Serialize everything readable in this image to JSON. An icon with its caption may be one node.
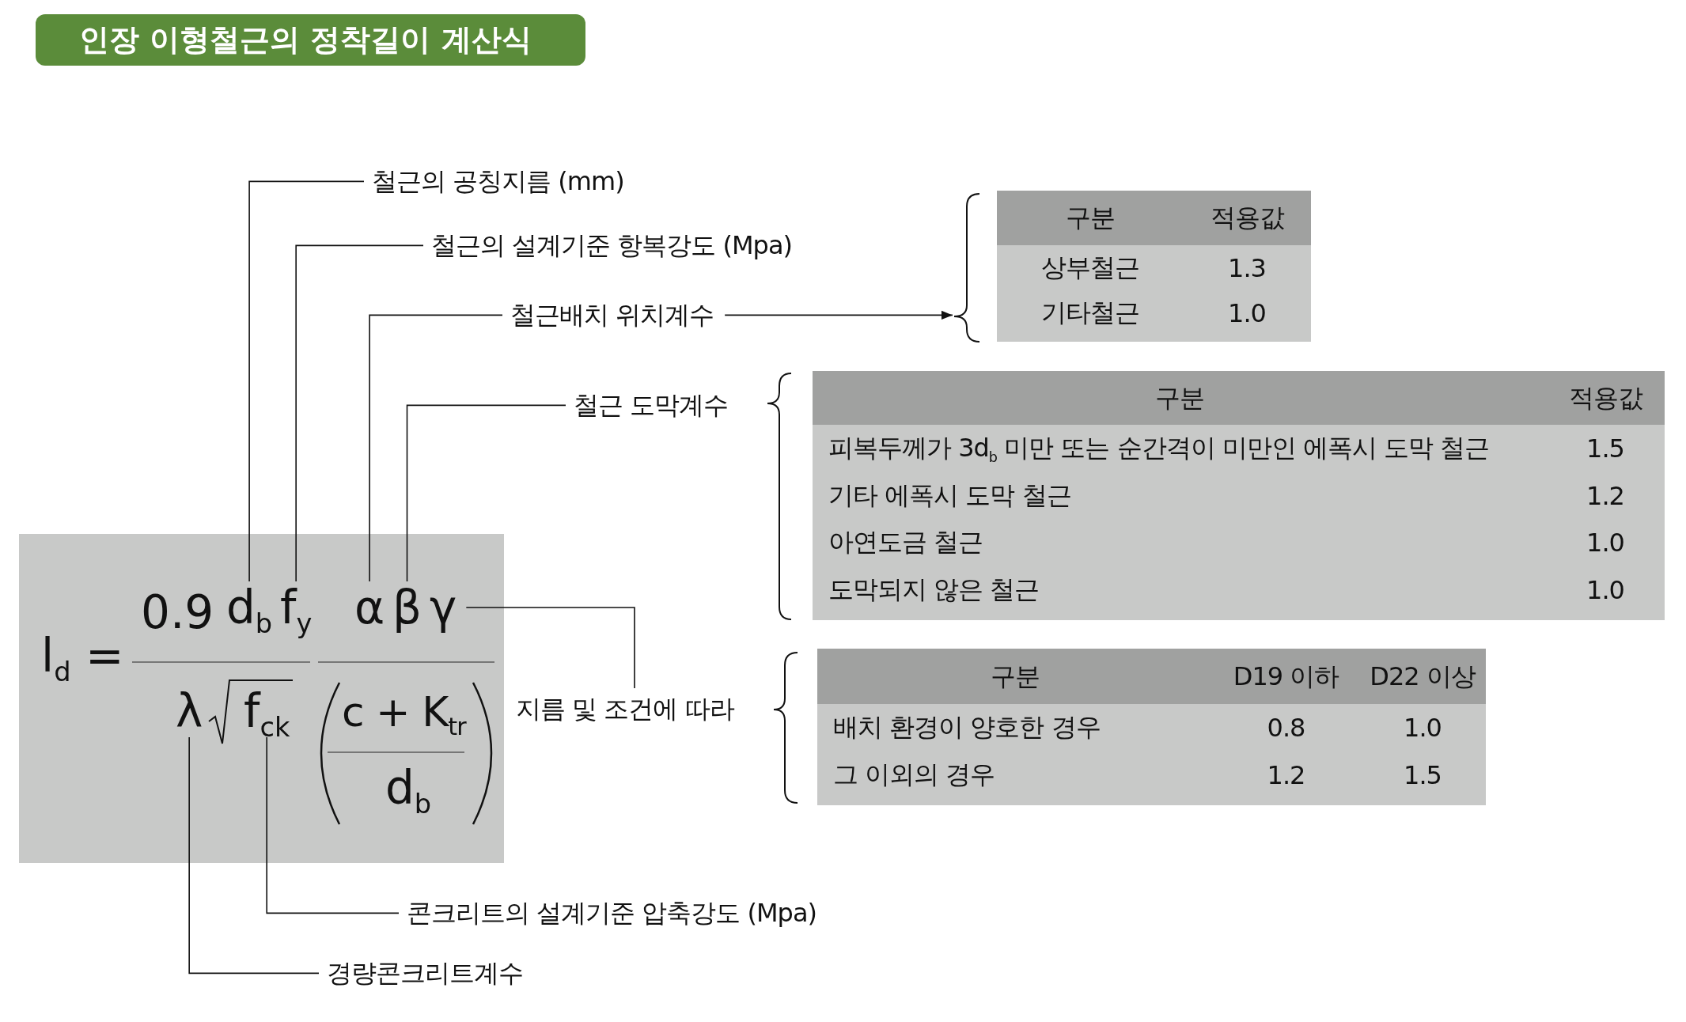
{
  "diagram": {
    "title": "인장 이형철근의 정착길이 계산식",
    "nodes": [
      {
        "text": [
          "철근의 공칭지름 (mm)"
        ]
      },
      {
        "text": [
          "철근의 설계기준 항복강도 (Mpa)"
        ]
      },
      {
        "text": [
          "철근배치 위치계수"
        ]
      },
      {
        "text": [
          "구분",
          "적용값",
          "상부철근",
          "1.3",
          "기타철근",
          "1.0"
        ]
      },
      {
        "text": [
          "철근 도막계수"
        ]
      },
      {
        "text": [
          "구분",
          "적용값",
          "피복두께가 3d$_{b}$ 미만 또는 순간격이 미만인 에폭시 도막 철근",
          "1.5",
          "기타 에폭시 도막 철근",
          "1.2",
          "아연도금 철근",
          "1.0",
          "도막되지 않은 철근",
          "1.0"
        ]
      },
      {
        "text": [
          "l$_{d}$ =",
          "0.9",
          "c + K$_{tr}$",
          "d$_{b}$"
        ]
      },
      {
        "text": [
          "d$_{b}$"
        ],
        "in": 6
      },
      {
        "text": [
          "f$_{y}$"
        ],
        "in": 6
      },
      {
        "text": [
          "α"
        ],
        "in": 6
      },
      {
        "text": [
          "β"
        ],
        "in": 6
      },
      {
        "text": [
          "γ"
        ],
        "in": 6
      },
      {
        "text": [
          "λ"
        ],
        "in": 6
      },
      {
        "text": [
          "f$_{ck}$"
        ],
        "in": 6
      },
      {
        "text": [
          "지름 및 조건에 따라"
        ]
      },
      {
        "text": [
          "구분",
          "D19 이하",
          "D22 이상",
          "배치 환경이 양호한 경우",
          "0.8",
          "1.0",
          "그 이외의 경우",
          "1.2",
          "1.5"
        ]
      },
      {
        "text": [
          "콘크리트의 설계기준 압축강도 (Mpa)"
        ]
      },
      {
        "text": [
          "경량콘크리트계수"
        ]
      }
    ],
    "edges": [
      {
        "from": 0,
        "to": 7,
        "arrow": "none"
      },
      {
        "from": 1,
        "to": 8,
        "arrow": "none"
      },
      {
        "from": 2,
        "to": 9,
        "arrow": "none"
      },
      {
        "from": 2,
        "to": 3,
        "arrow": "to"
      },
      {
        "from": 4,
        "to": 10,
        "arrow": "none"
      },
      {
        "from": 14,
        "to": 11,
        "arrow": "none"
      },
      {
        "from": 16,
        "to": 13,
        "arrow": "none"
      },
      {
        "from": 17,
        "to": 12,
        "arrow": "none"
      }
    ]
  }
}
